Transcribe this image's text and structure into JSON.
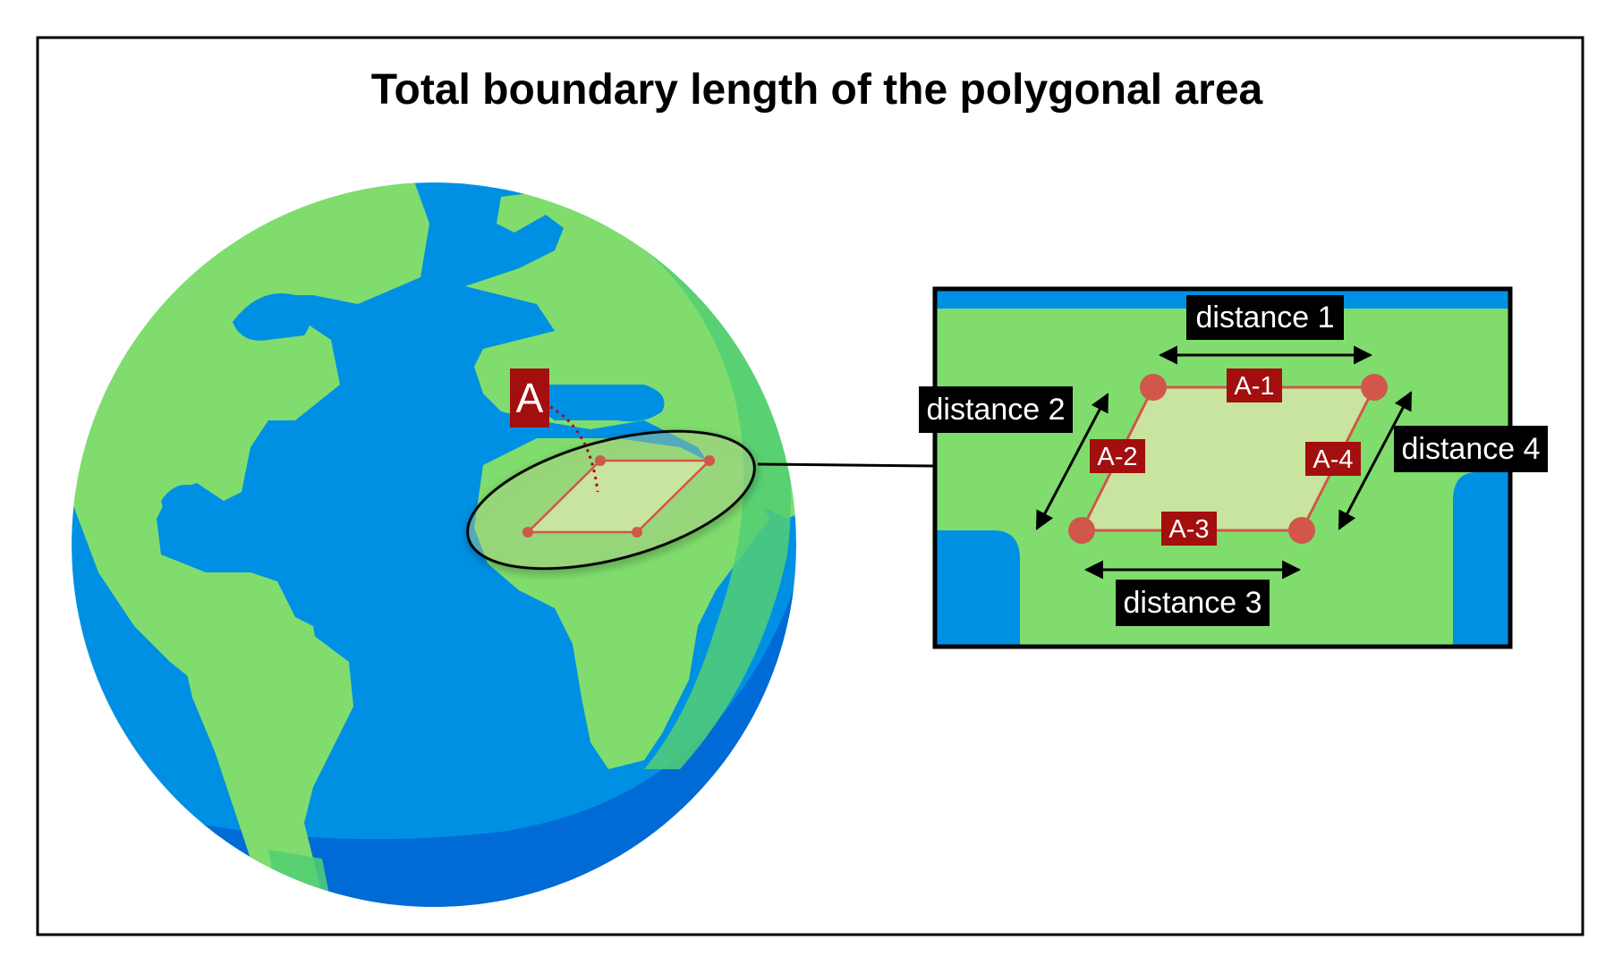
{
  "title": "Total boundary length of the polygonal area",
  "area_label": "A",
  "vertex_labels": [
    "A-1",
    "A-2",
    "A-3",
    "A-4"
  ],
  "distance_labels": [
    "distance 1",
    "distance 2",
    "distance 3",
    "distance 4"
  ],
  "colors": {
    "ocean": "#0090e3",
    "ocean_shadow": "#006bd6",
    "land": "#80dd6d",
    "land_shadow": "#52cf73",
    "polygon_fill": "#c9e49e",
    "polygon_edge": "#d0574a",
    "label_bg": "#a30e0e",
    "distance_bg": "#000000"
  },
  "icons": [
    "earth-globe-icon",
    "double-arrow-icon"
  ]
}
